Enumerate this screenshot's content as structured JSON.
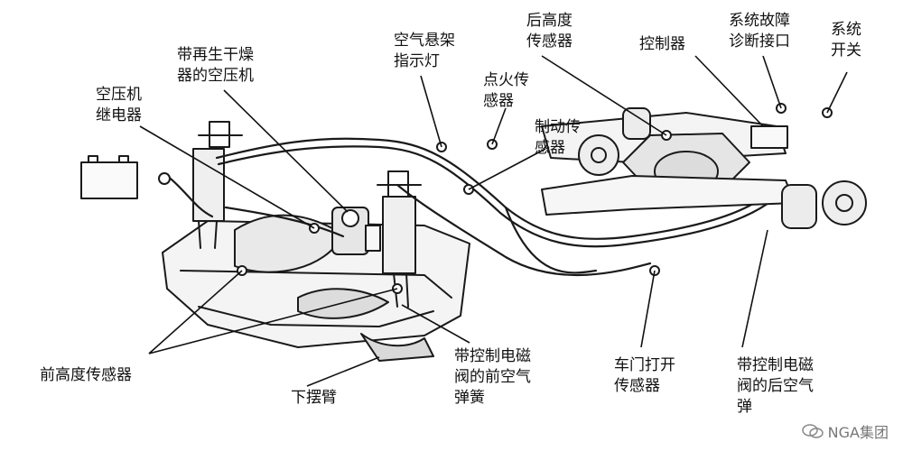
{
  "labels": {
    "air_suspension_indicator": [
      "空气悬架",
      "指示灯"
    ],
    "rear_height_sensor": [
      "后高度",
      "传感器"
    ],
    "controller": "控制器",
    "diagnostic_port": [
      "系统故障",
      "诊断接口"
    ],
    "system_switch": [
      "系统",
      "开关"
    ],
    "compressor_with_dryer": [
      "带再生干燥",
      "器的空压机"
    ],
    "compressor_relay": [
      "空压机",
      "继电器"
    ],
    "ignition_sensor": [
      "点火传",
      "感器"
    ],
    "brake_sensor": [
      "制动传",
      "感器"
    ],
    "front_height_sensor": "前高度传感器",
    "lower_control_arm": "下摆臂",
    "front_air_spring": [
      "带控制电磁",
      "阀的前空气",
      "弹簧"
    ],
    "door_open_sensor": [
      "车门打开",
      "传感器"
    ],
    "rear_air_spring": [
      "带控制电磁",
      "阀的后空气",
      "弹"
    ]
  },
  "watermark": "NGA集团"
}
